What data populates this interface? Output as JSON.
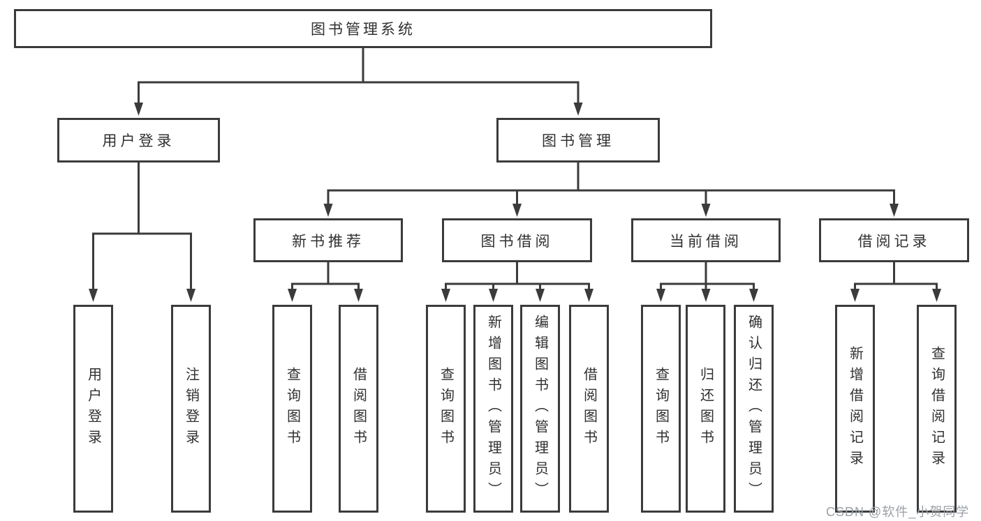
{
  "tree": {
    "label": "图书管理系统",
    "children": [
      {
        "label": "用户登录",
        "children": [
          {
            "label": "用户登录"
          },
          {
            "label": "注销登录"
          }
        ]
      },
      {
        "label": "图书管理",
        "children": [
          {
            "label": "新书推荐",
            "children": [
              {
                "label": "查询图书"
              },
              {
                "label": "借阅图书"
              }
            ]
          },
          {
            "label": "图书借阅",
            "children": [
              {
                "label": "查询图书"
              },
              {
                "label": "新增图书（管理员）"
              },
              {
                "label": "编辑图书（管理员）"
              },
              {
                "label": "借阅图书"
              }
            ]
          },
          {
            "label": "当前借阅",
            "children": [
              {
                "label": "查询图书"
              },
              {
                "label": "归还图书"
              },
              {
                "label": "确认归还（管理员）"
              }
            ]
          },
          {
            "label": "借阅记录",
            "children": [
              {
                "label": "新增借阅记录"
              },
              {
                "label": "查询借阅记录"
              }
            ]
          }
        ]
      }
    ]
  },
  "watermark": "CSDN @软件_小贺同学",
  "colors": {
    "line": "#3b3b3b",
    "text": "#303030",
    "background": "#ffffff",
    "watermark": "#9aa0a6"
  }
}
